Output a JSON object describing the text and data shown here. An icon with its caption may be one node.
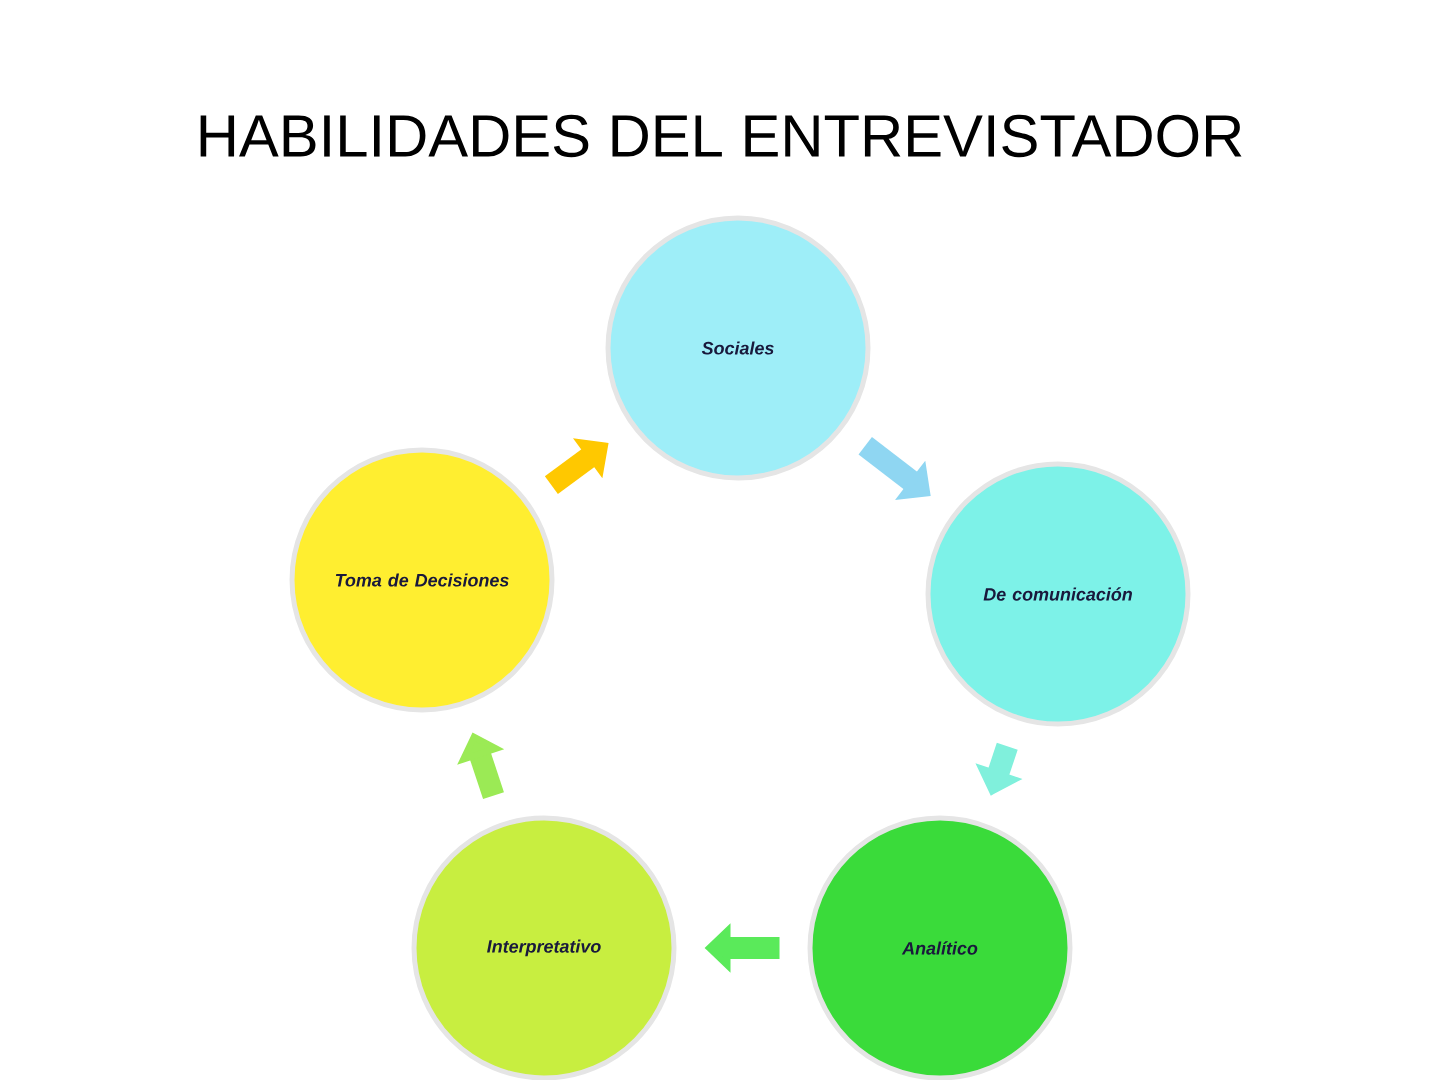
{
  "diagram": {
    "title": "HABILIDADES DEL ENTREVISTADOR",
    "nodes": [
      {
        "text": [
          "Sociales"
        ]
      },
      {
        "text": [
          "De comunicación"
        ]
      },
      {
        "text": [
          "Analítico"
        ]
      },
      {
        "text": [
          "Interpretativo"
        ]
      },
      {
        "text": [
          "Toma de Decisiones"
        ]
      }
    ],
    "edges": [
      {
        "from": 0,
        "to": 1,
        "arrow": "to",
        "color": "#8fd6f2"
      },
      {
        "from": 1,
        "to": 2,
        "arrow": "to",
        "color": "#80f0dc"
      },
      {
        "from": 2,
        "to": 3,
        "arrow": "to",
        "color": "#5aea5a"
      },
      {
        "from": 3,
        "to": 4,
        "arrow": "to",
        "color": "#9bea55"
      },
      {
        "from": 4,
        "to": 0,
        "arrow": "to",
        "color": "#ffc800"
      }
    ]
  }
}
